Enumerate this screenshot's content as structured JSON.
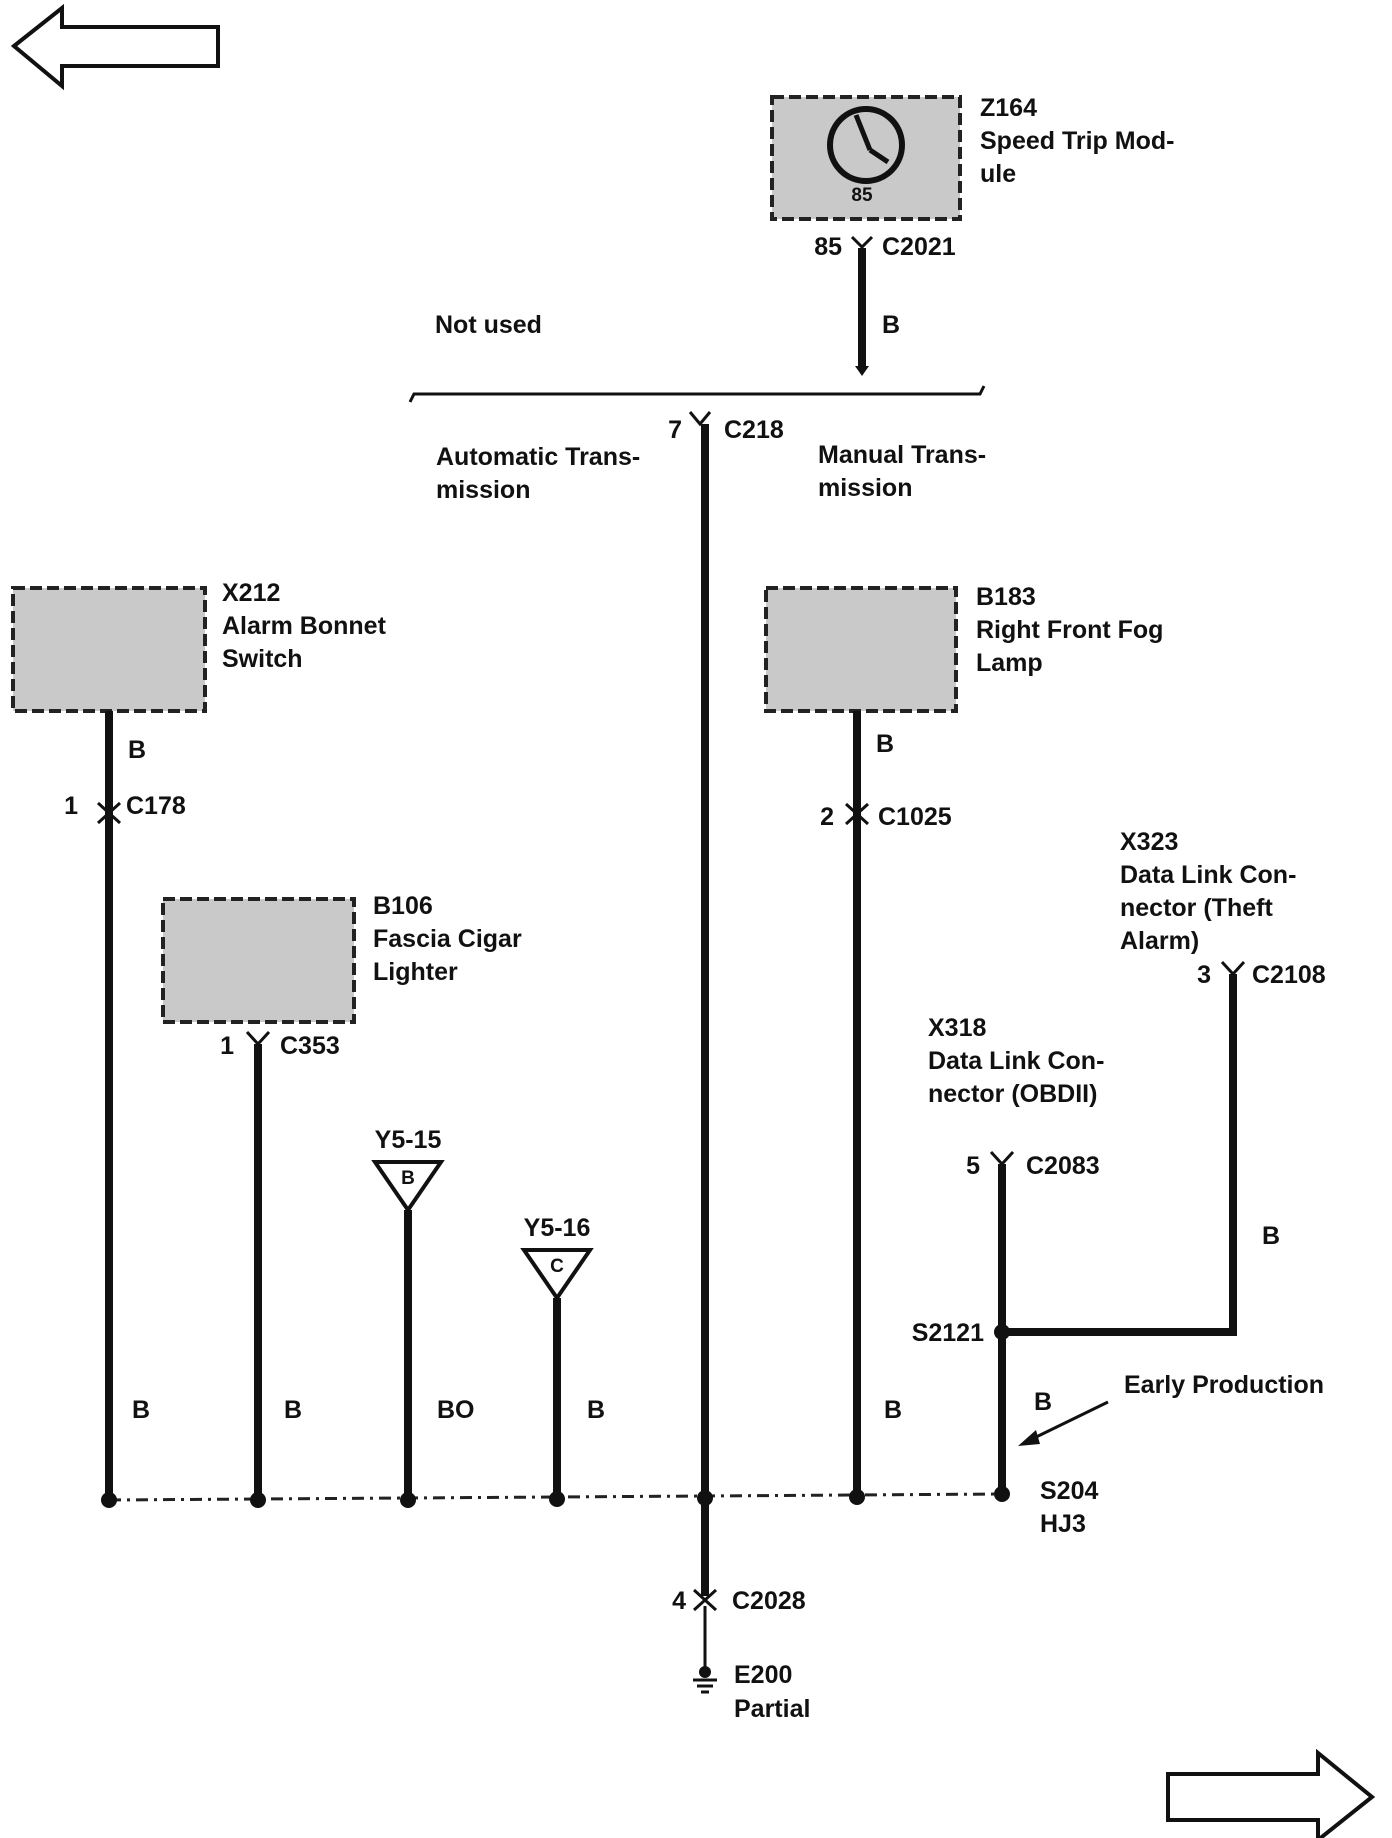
{
  "nav": {
    "prev_arrow": "left-arrow",
    "next_arrow": "right-arrow"
  },
  "z164": {
    "id": "Z164",
    "name_line1": "Speed Trip Mod-",
    "name_line2": "ule",
    "inner_number": "85",
    "pin": "85",
    "connector": "C2021",
    "wire_color": "B"
  },
  "branch": {
    "not_used": "Not used",
    "auto_line1": "Automatic Trans-",
    "auto_line2": "mission",
    "manual_line1": "Manual Trans-",
    "manual_line2": "mission",
    "pin": "7",
    "connector": "C218"
  },
  "x212": {
    "id": "X212",
    "name_line1": "Alarm Bonnet",
    "name_line2": "Switch",
    "wire_color": "B",
    "pin": "1",
    "connector": "C178",
    "wire_color_lower": "B"
  },
  "b183": {
    "id": "B183",
    "name_line1": "Right Front Fog",
    "name_line2": "Lamp",
    "wire_color": "B",
    "pin": "2",
    "connector": "C1025",
    "wire_color_lower": "B"
  },
  "b106": {
    "id": "B106",
    "name_line1": "Fascia Cigar",
    "name_line2": "Lighter",
    "pin": "1",
    "connector": "C353",
    "wire_color": "B"
  },
  "x323": {
    "id": "X323",
    "name_line1": "Data Link Con-",
    "name_line2": "nector (Theft",
    "name_line3": "Alarm)",
    "pin": "3",
    "connector": "C2108",
    "wire_color": "B"
  },
  "x318": {
    "id": "X318",
    "name_line1": "Data Link Con-",
    "name_line2": "nector (OBDII)",
    "pin": "5",
    "connector": "C2083"
  },
  "y5_15": {
    "ref": "Y5-15",
    "letter": "B",
    "wire_color": "BO"
  },
  "y5_16": {
    "ref": "Y5-16",
    "letter": "C",
    "wire_color": "B"
  },
  "s2121": {
    "id": "S2121",
    "wire_color": "B",
    "note": "Early Production"
  },
  "s204": {
    "id": "S204",
    "code": "HJ3"
  },
  "ground": {
    "pin": "4",
    "connector": "C2028",
    "id": "E200",
    "desc": "Partial"
  },
  "colors": {
    "ink": "#111111",
    "component_fill": "#c9c9c9",
    "background": "#ffffff"
  }
}
